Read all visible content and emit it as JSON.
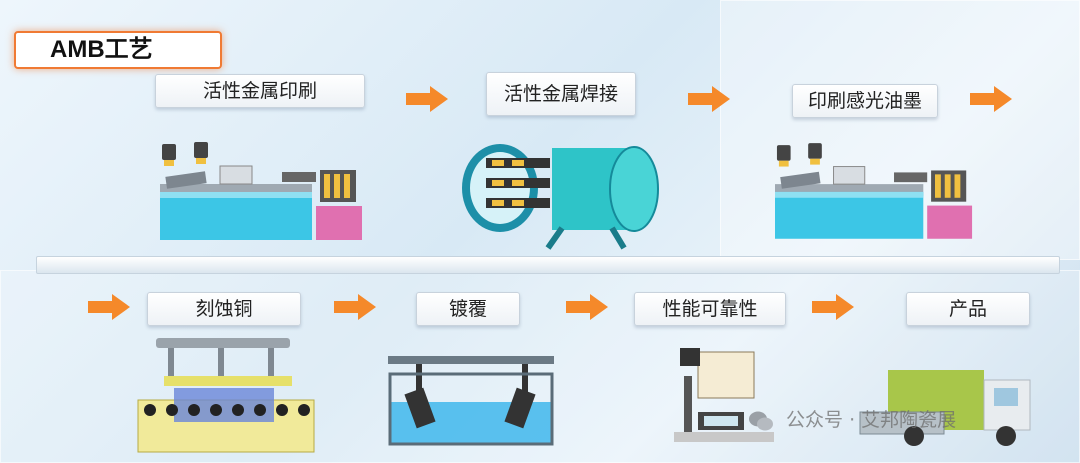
{
  "title": "AMB工艺",
  "steps_top": [
    {
      "label": "活性金属印刷"
    },
    {
      "label": "活性金属焊接"
    },
    {
      "label": "印刷感光油墨"
    }
  ],
  "steps_bottom": [
    {
      "label": "刻蚀铜"
    },
    {
      "label": "镀覆"
    },
    {
      "label": "性能可靠性"
    },
    {
      "label": "产品"
    }
  ],
  "watermark": "公众号 · 艾邦陶瓷展",
  "colors": {
    "accent_orange": "#f5892a",
    "machine_cyan": "#3cc6e6",
    "machine_pink": "#e070b0",
    "truck_green": "#a8c64a"
  },
  "icons": {
    "printer": "screen-printer-icon",
    "furnace": "vacuum-brazing-furnace-icon",
    "etcher": "etching-machine-icon",
    "plating": "plating-tank-icon",
    "microscope": "inspection-microscope-icon",
    "truck": "delivery-truck-icon",
    "watermark": "wechat-icon"
  }
}
